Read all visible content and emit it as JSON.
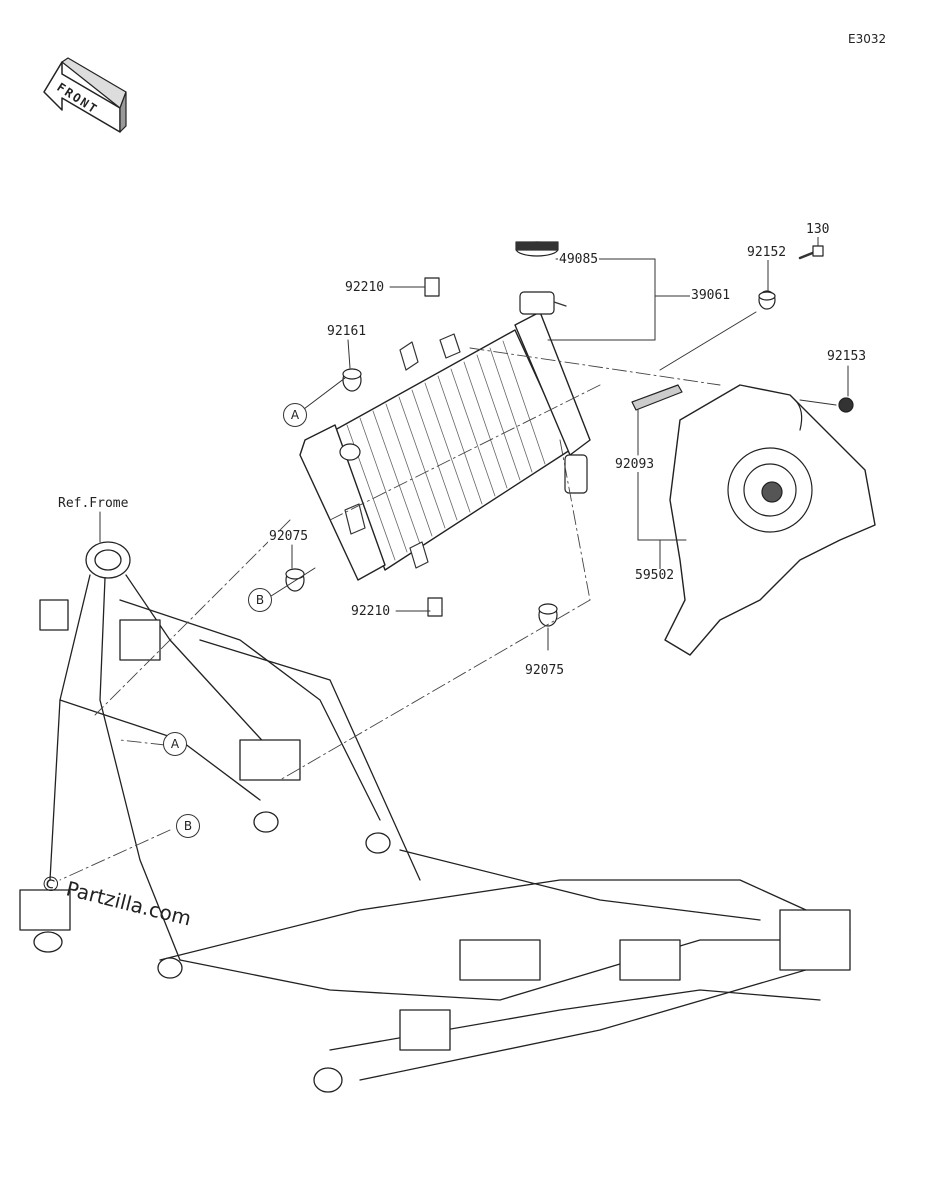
{
  "diagram": {
    "code": "E3032",
    "front_label": "FRONT",
    "watermark": "© Partzilla.com",
    "ref_frame": "Ref.Frome"
  },
  "parts": [
    {
      "id": "p-130",
      "number": "130"
    },
    {
      "id": "p-92152",
      "number": "92152"
    },
    {
      "id": "p-49085",
      "number": "49085"
    },
    {
      "id": "p-39061",
      "number": "39061"
    },
    {
      "id": "p-92210-top",
      "number": "92210"
    },
    {
      "id": "p-92161",
      "number": "92161"
    },
    {
      "id": "p-92153",
      "number": "92153"
    },
    {
      "id": "p-92093",
      "number": "92093"
    },
    {
      "id": "p-92075-left",
      "number": "92075"
    },
    {
      "id": "p-59502",
      "number": "59502"
    },
    {
      "id": "p-92210-bottom",
      "number": "92210"
    },
    {
      "id": "p-92075-bottom",
      "number": "92075"
    }
  ],
  "callouts": {
    "a": "A",
    "b": "B"
  }
}
